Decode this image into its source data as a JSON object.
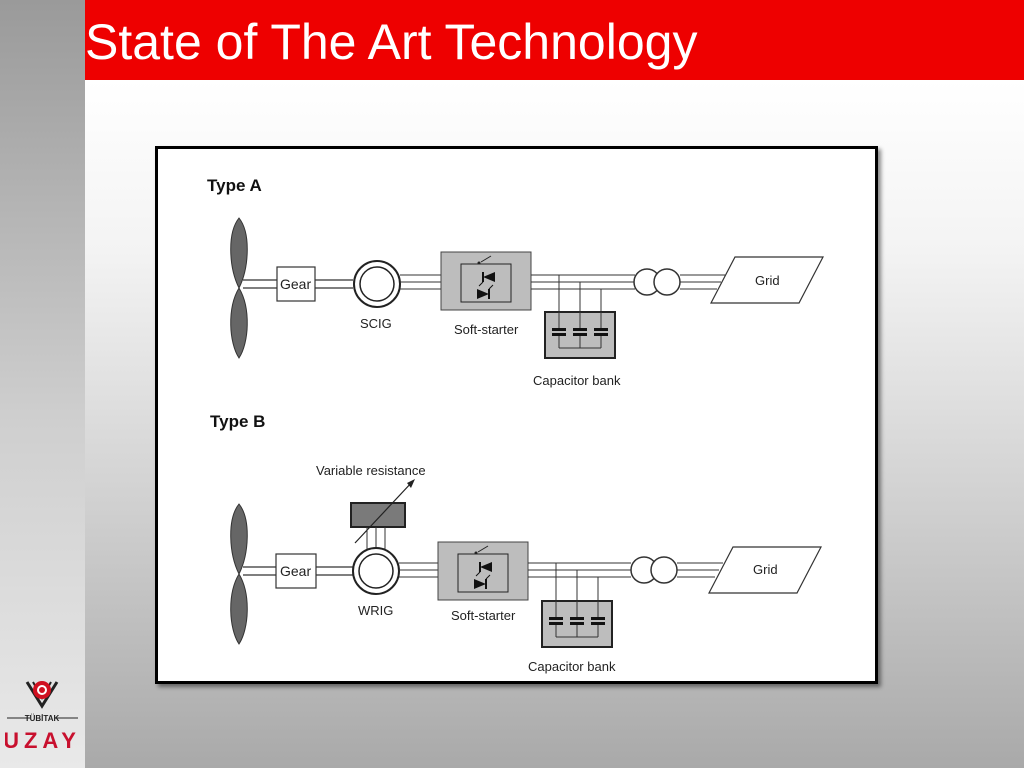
{
  "slide": {
    "title": "State of The Art Technology",
    "colors": {
      "title_bar": "#ee0000",
      "title_text": "#ffffff"
    }
  },
  "diagram": {
    "type_a": {
      "header": "Type A",
      "gear": "Gear",
      "generator": "SCIG",
      "soft_starter": "Soft-starter",
      "capacitor_bank": "Capacitor bank",
      "grid": "Grid"
    },
    "type_b": {
      "header": "Type B",
      "variable_resistance": "Variable resistance",
      "gear": "Gear",
      "generator": "WRIG",
      "soft_starter": "Soft-starter",
      "capacitor_bank": "Capacitor bank",
      "grid": "Grid"
    }
  },
  "logo": {
    "wordmark": "UZAY",
    "caption": "TÜBİTAK"
  }
}
